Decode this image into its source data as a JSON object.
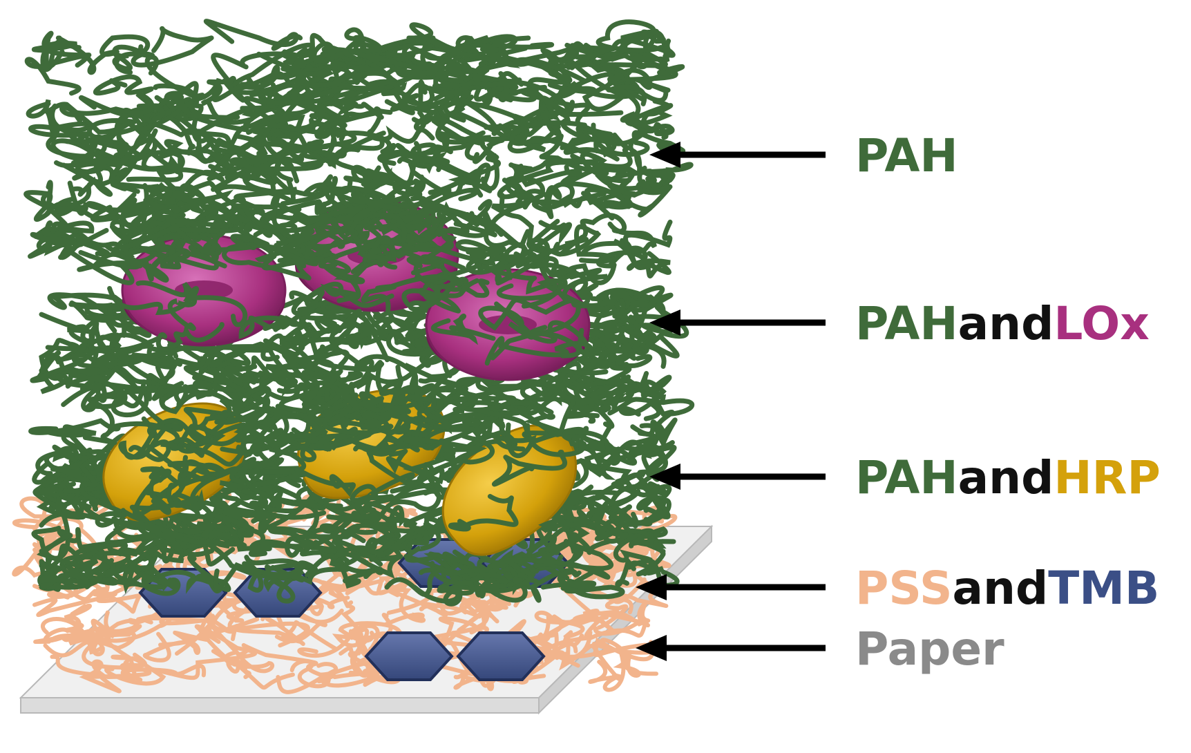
{
  "colors": {
    "pah": "#3f6b3a",
    "pah_dark": "#2b4a28",
    "lox": "#a8307f",
    "lox_light": "#d062b0",
    "hrp": "#d4a10b",
    "hrp_light": "#f0c43a",
    "pss": "#f2b48c",
    "tmb": "#3b4f86",
    "tmb_light": "#5c6fa8",
    "paper": "#ebebeb",
    "paper_label": "#8a8a8a",
    "joiner": "#111111"
  },
  "labels": [
    {
      "id": "pah",
      "parts": [
        {
          "text": "PAH",
          "role": "pah"
        }
      ]
    },
    {
      "id": "pah-lox",
      "parts": [
        {
          "text": "PAH",
          "role": "pah"
        },
        {
          "text": "and",
          "role": "joiner"
        },
        {
          "text": "LOx",
          "role": "lox"
        }
      ]
    },
    {
      "id": "pah-hrp",
      "parts": [
        {
          "text": "PAH",
          "role": "pah"
        },
        {
          "text": "and",
          "role": "joiner"
        },
        {
          "text": "HRP",
          "role": "hrp"
        }
      ]
    },
    {
      "id": "pss-tmb",
      "parts": [
        {
          "text": "PSS",
          "role": "pss"
        },
        {
          "text": "and",
          "role": "joiner"
        },
        {
          "text": "TMB",
          "role": "tmb"
        }
      ]
    },
    {
      "id": "paper",
      "parts": [
        {
          "text": "Paper",
          "role": "paper_label"
        }
      ]
    }
  ]
}
